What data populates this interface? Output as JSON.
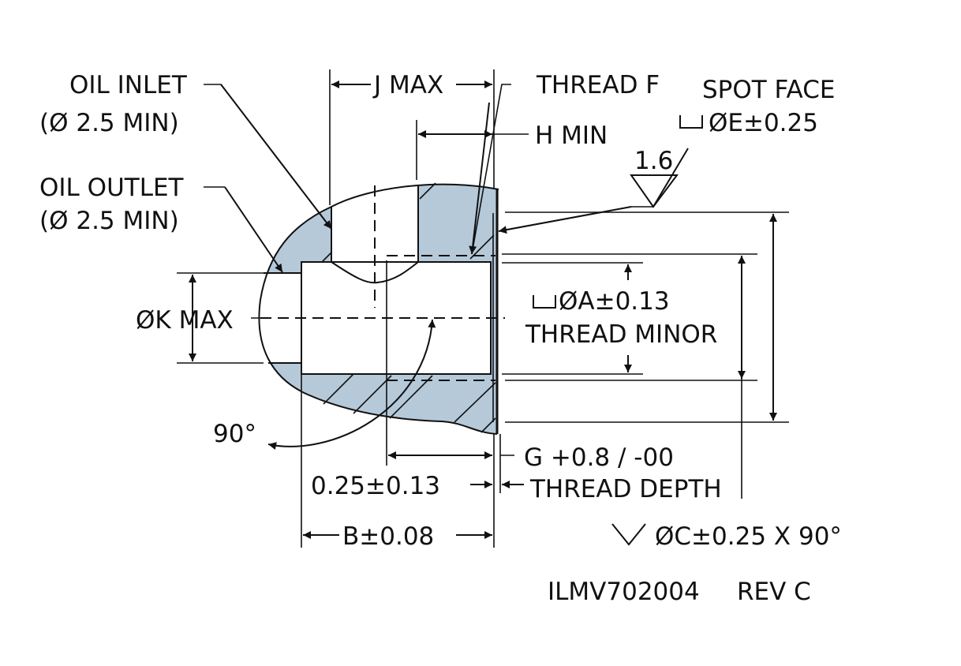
{
  "labels": {
    "oil_inlet": "OIL INLET",
    "oil_inlet_dia": "(Ø 2.5 MIN)",
    "oil_outlet": "OIL OUTLET",
    "oil_outlet_dia": "(Ø 2.5 MIN)",
    "j_max": "J MAX",
    "thread_f": "THREAD F",
    "h_min": "H MIN",
    "spot_face": "SPOT FACE",
    "spot_face_dim": "ØE±0.25",
    "surface_finish": "1.6",
    "k_max": "ØK MAX",
    "a_dim": "ØA±0.13",
    "thread_minor": "THREAD MINOR",
    "angle_90": "90°",
    "g_dim": "G +0.8 / -00",
    "thread_depth": "THREAD DEPTH",
    "chamfer_tol": "0.25±0.13",
    "b_dim": "B±0.08",
    "c_dim": "ØC±0.25 X 90°",
    "drawing_id": "ILMV702004",
    "revision": "REV C"
  },
  "colors": {
    "section_fill": "#b5c9d9",
    "line": "#111111"
  }
}
